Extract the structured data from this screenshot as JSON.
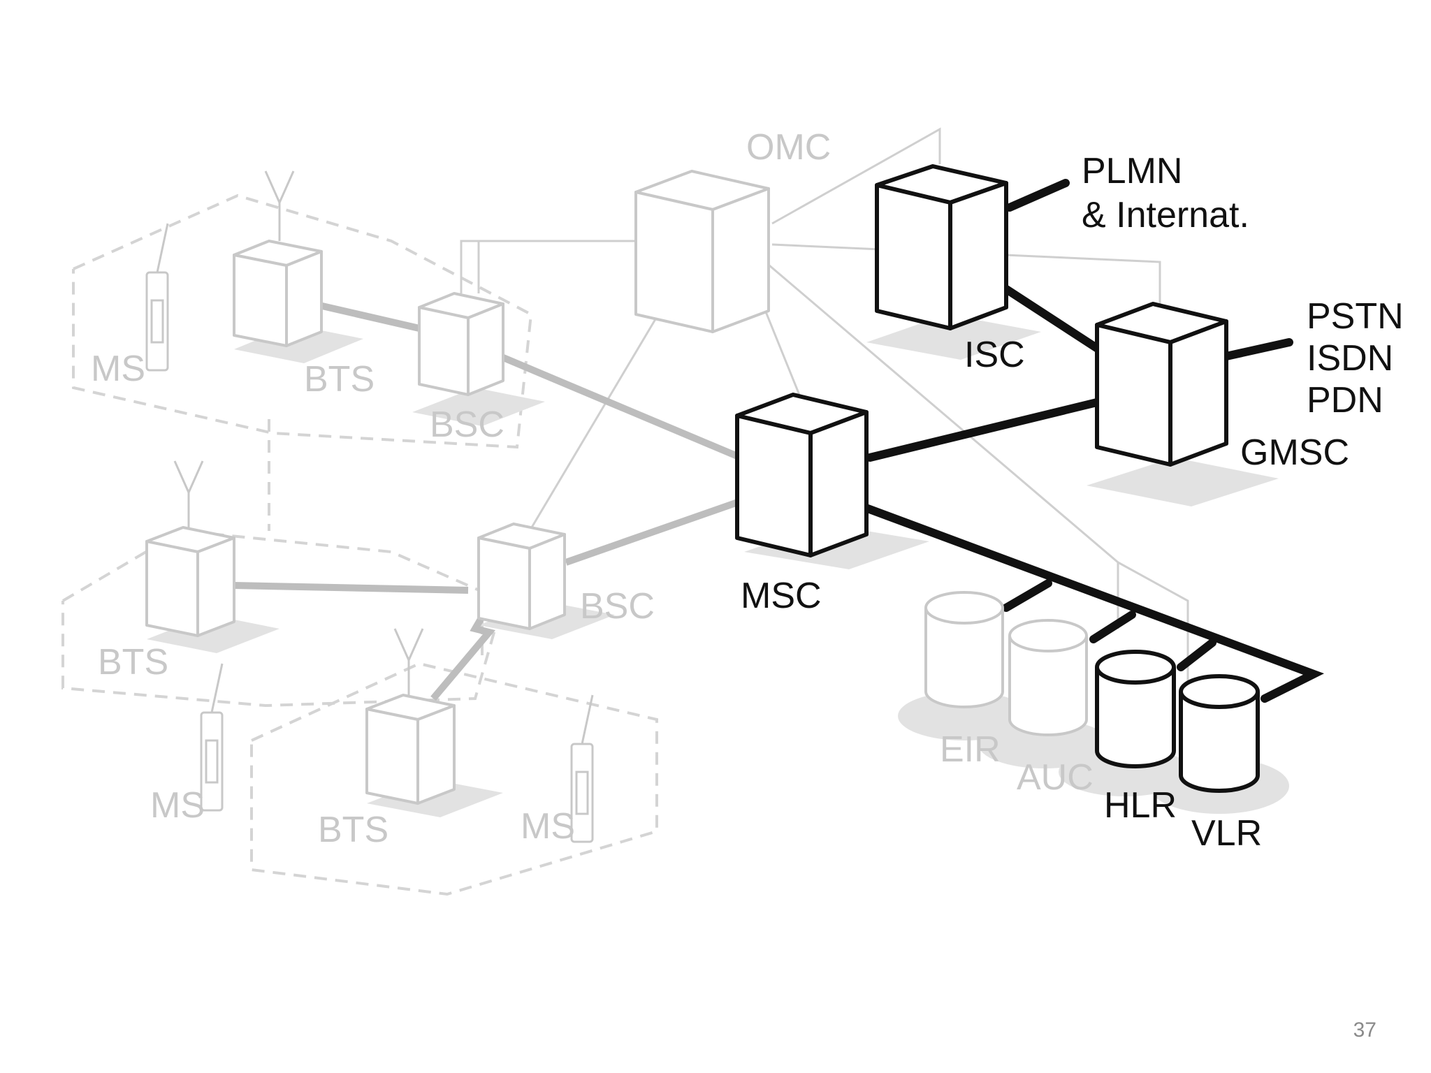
{
  "diagram": {
    "labels": {
      "omc": "OMC",
      "isc": "ISC",
      "gmsc": "GMSC",
      "msc": "MSC",
      "bsc_top": "BSC",
      "bsc_mid": "BSC",
      "bts_top": "BTS",
      "bts_mid": "BTS",
      "bts_bottom": "BTS",
      "ms_top": "MS",
      "ms_mid": "MS",
      "ms_bottom": "MS",
      "eir": "EIR",
      "auc": "AUC",
      "hlr": "HLR",
      "vlr": "VLR",
      "plmn_line1": "PLMN",
      "plmn_line2": "& Internat.",
      "pstn": "PSTN",
      "isdn": "ISDN",
      "pdn": "PDN"
    },
    "colors": {
      "highlighted": "#111111",
      "faded": "#c8c8c8",
      "shadow": "#e2e2e2"
    }
  },
  "slide": {
    "page_number": "37"
  }
}
